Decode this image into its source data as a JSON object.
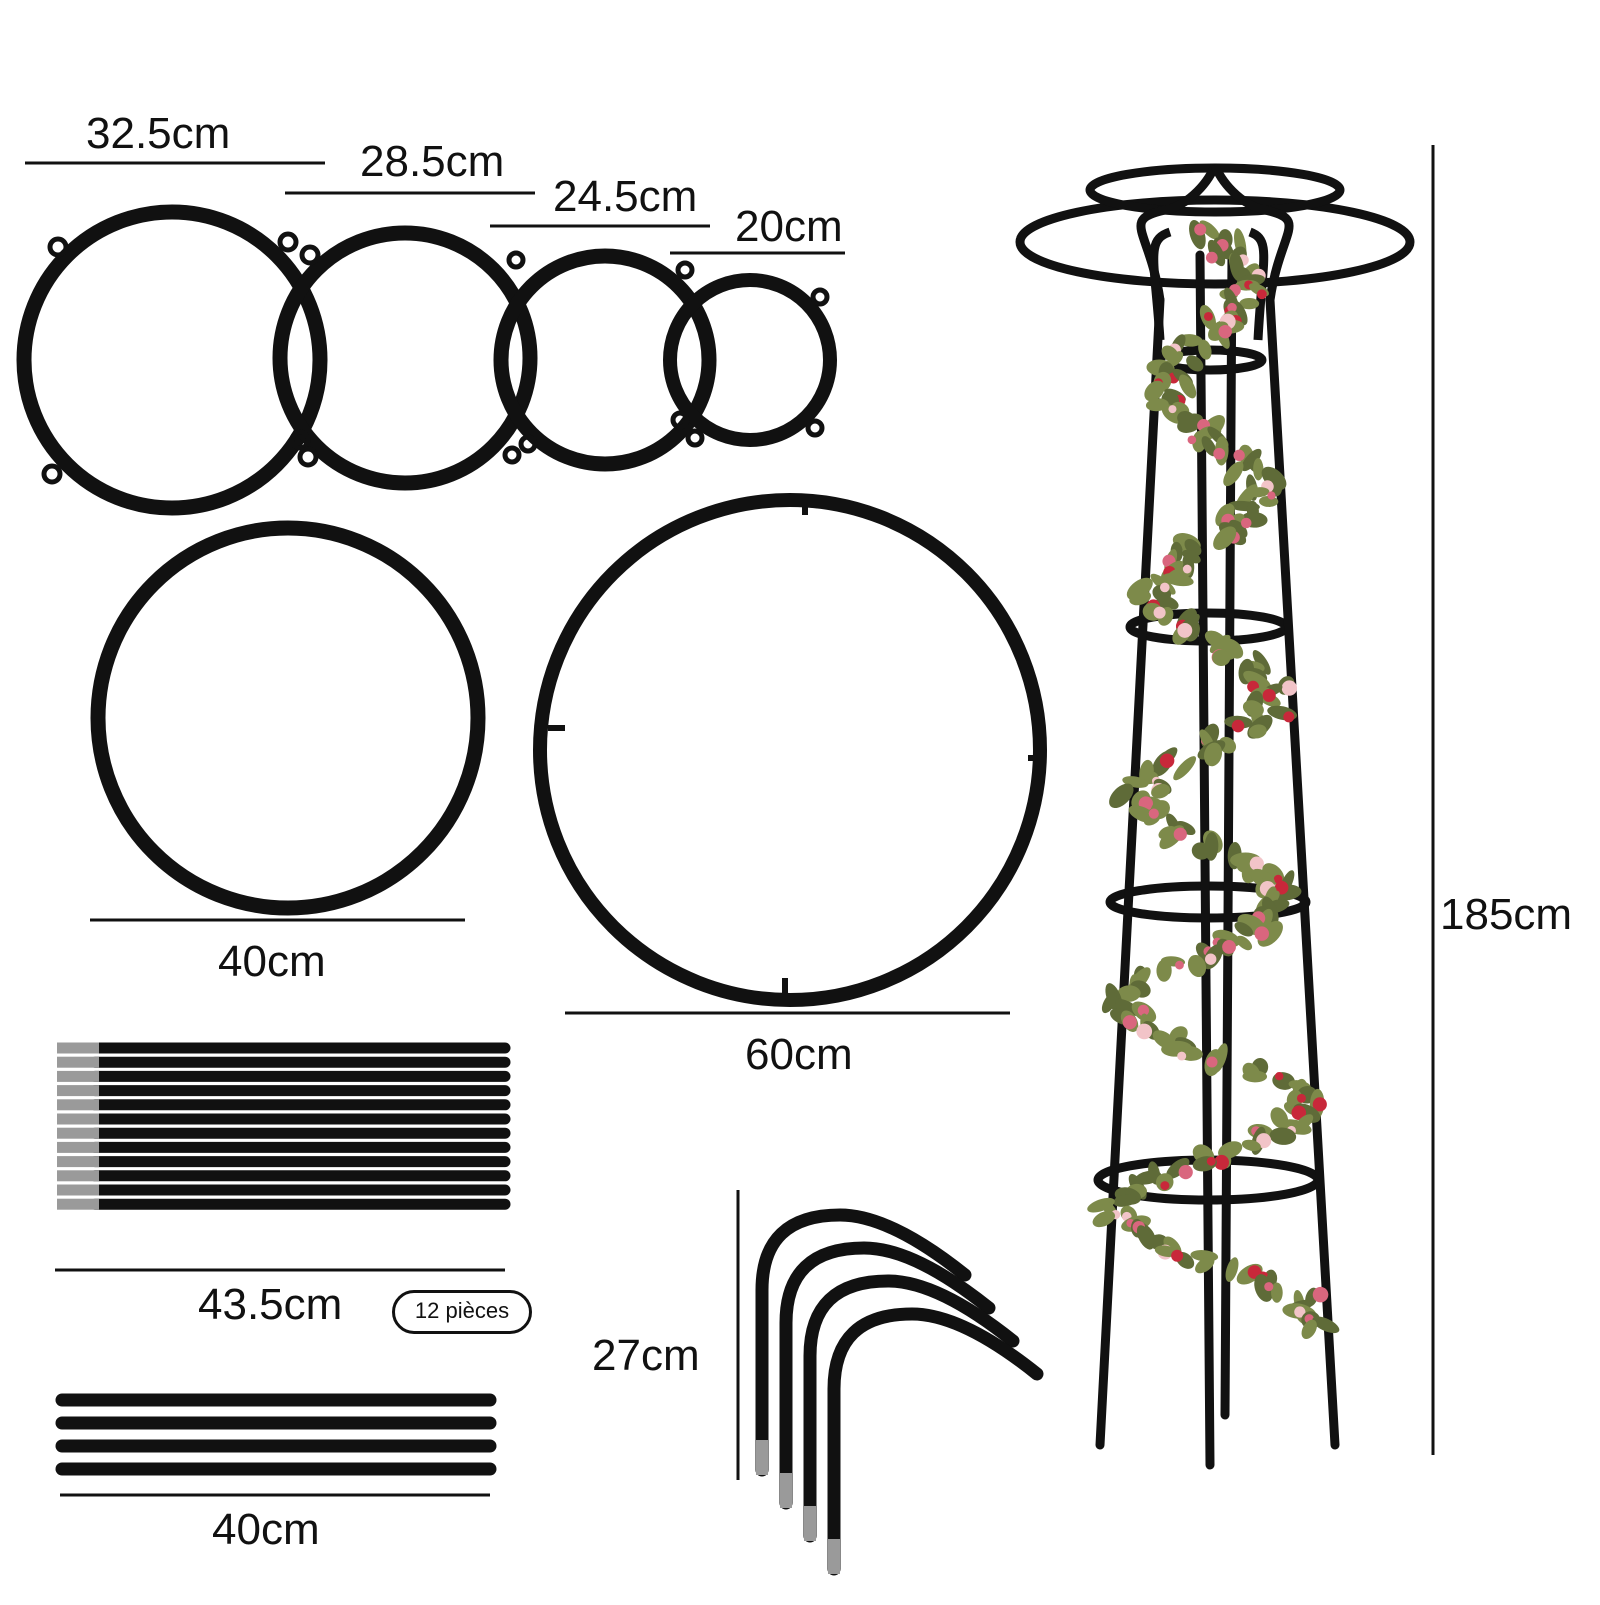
{
  "colors": {
    "frame": "#111111",
    "leaf": "#7d8a4a",
    "leaf_dark": "#5f6b38",
    "rose": "#d9667e",
    "rose_light": "#f2c4c8",
    "rose_red": "#c8283a",
    "metal": "#9a9a9a"
  },
  "labels": {
    "ring_1": "32.5cm",
    "ring_2": "28.5cm",
    "ring_3": "24.5cm",
    "ring_4": "20cm",
    "ring_40": "40cm",
    "ring_60": "60cm",
    "rods_long": "43.5cm",
    "rods_count": "12 pièces",
    "rods_short": "40cm",
    "bent": "27cm",
    "height": "185cm"
  },
  "parts": {
    "long_rod_count": 12,
    "short_rod_count": 4,
    "bent_rod_count": 4
  }
}
